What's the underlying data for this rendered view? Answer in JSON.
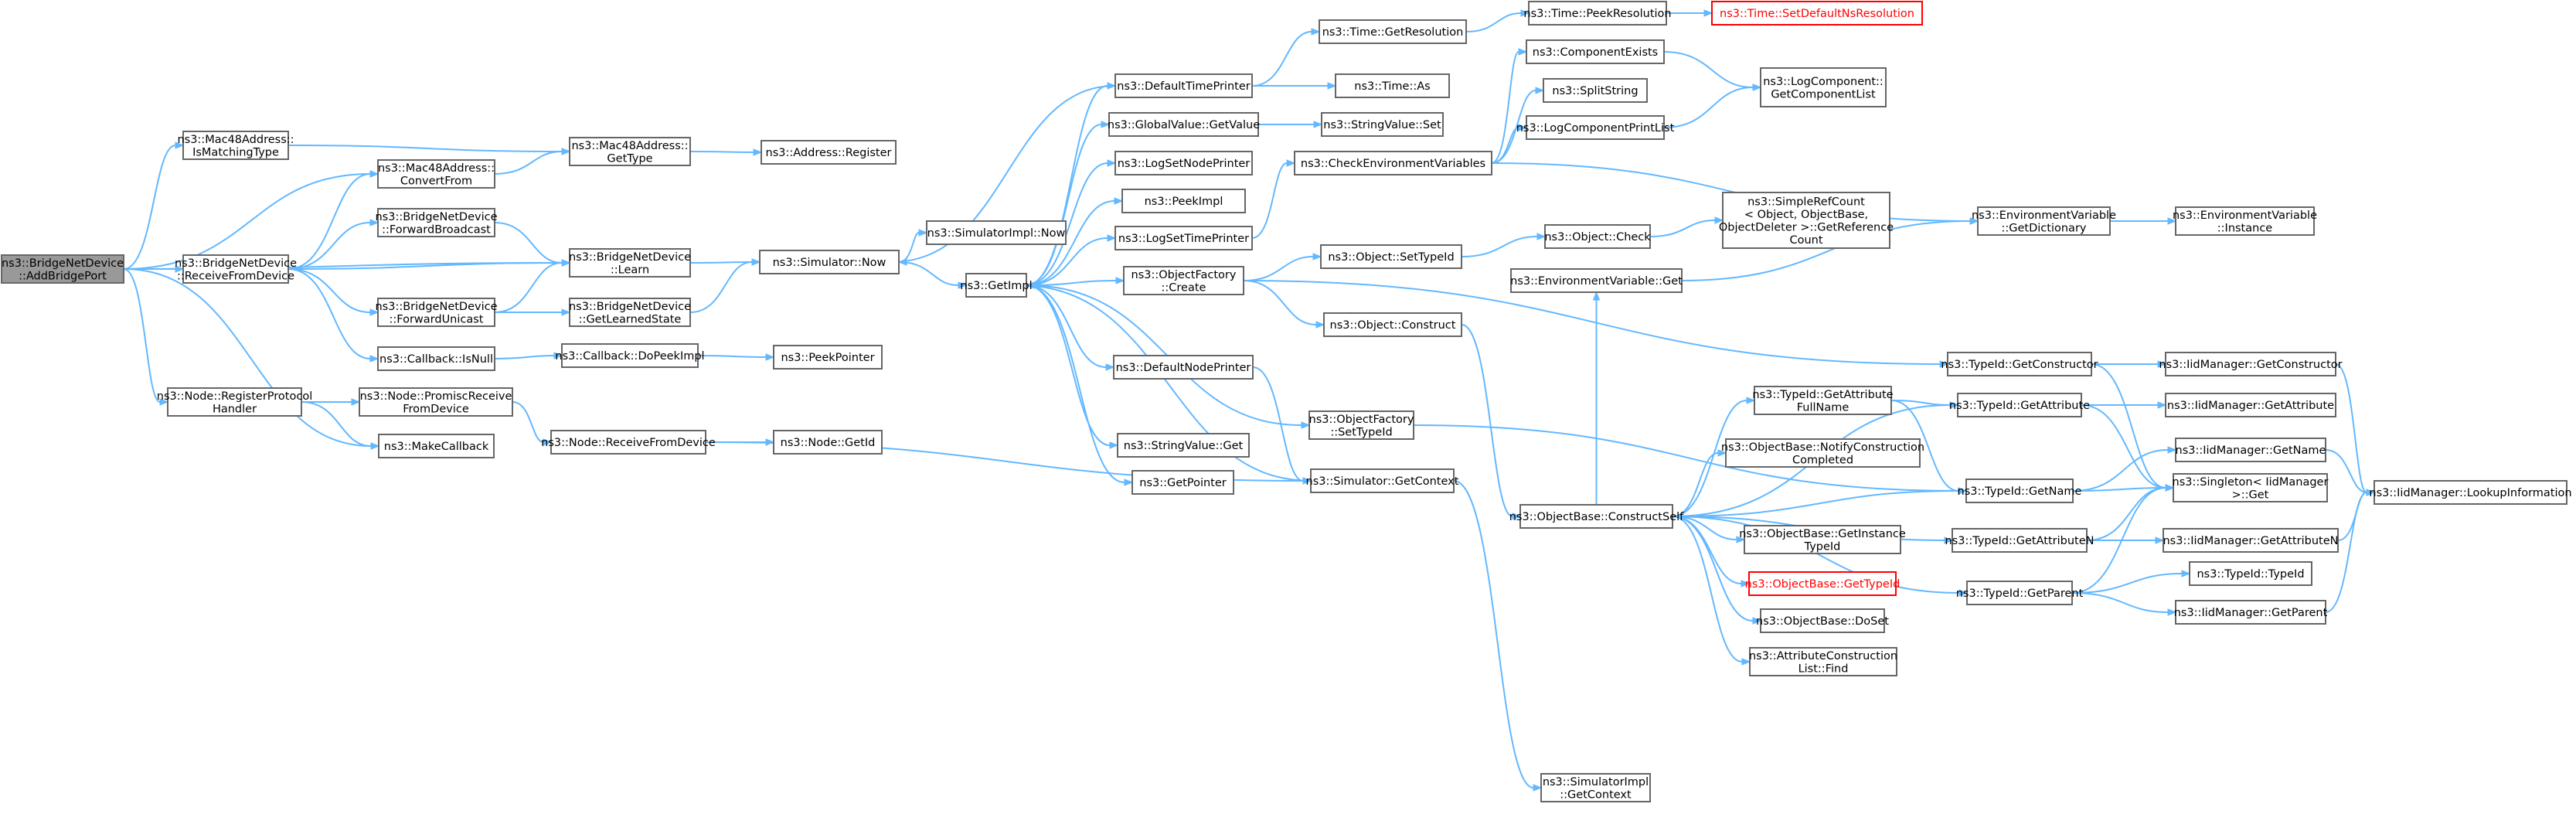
{
  "nodes": [
    {
      "id": "root",
      "lines": [
        "ns3::BridgeNetDevice",
        "::AddBridgePort"
      ],
      "root": true
    },
    {
      "id": "macIsMatching",
      "lines": [
        "ns3::Mac48Address::",
        "IsMatchingType"
      ]
    },
    {
      "id": "receiveFromDevice",
      "lines": [
        "ns3::BridgeNetDevice",
        "::ReceiveFromDevice"
      ]
    },
    {
      "id": "registerProtocol",
      "lines": [
        "ns3::Node::RegisterProtocol",
        "Handler"
      ]
    },
    {
      "id": "makeCallback",
      "lines": [
        "ns3::MakeCallback"
      ]
    },
    {
      "id": "macConvertFrom",
      "lines": [
        "ns3::Mac48Address::",
        "ConvertFrom"
      ]
    },
    {
      "id": "macGetType",
      "lines": [
        "ns3::Mac48Address::",
        "GetType"
      ]
    },
    {
      "id": "addressRegister",
      "lines": [
        "ns3::Address::Register"
      ]
    },
    {
      "id": "forwardBroadcast",
      "lines": [
        "ns3::BridgeNetDevice",
        "::ForwardBroadcast"
      ]
    },
    {
      "id": "learn",
      "lines": [
        "ns3::BridgeNetDevice",
        "::Learn"
      ]
    },
    {
      "id": "forwardUnicast",
      "lines": [
        "ns3::BridgeNetDevice",
        "::ForwardUnicast"
      ]
    },
    {
      "id": "getLearnedState",
      "lines": [
        "ns3::BridgeNetDevice",
        "::GetLearnedState"
      ]
    },
    {
      "id": "callbackIsNull",
      "lines": [
        "ns3::Callback::IsNull"
      ]
    },
    {
      "id": "doPeekImpl",
      "lines": [
        "ns3::Callback::DoPeekImpl"
      ]
    },
    {
      "id": "peekPointer",
      "lines": [
        "ns3::PeekPointer"
      ]
    },
    {
      "id": "promiscReceive",
      "lines": [
        "ns3::Node::PromiscReceive",
        "FromDevice"
      ]
    },
    {
      "id": "nodeReceiveFromDevice",
      "lines": [
        "ns3::Node::ReceiveFromDevice"
      ]
    },
    {
      "id": "nodeGetId",
      "lines": [
        "ns3::Node::GetId"
      ]
    },
    {
      "id": "simNow",
      "lines": [
        "ns3::Simulator::Now"
      ]
    },
    {
      "id": "simImplNow",
      "lines": [
        "ns3::SimulatorImpl::Now"
      ]
    },
    {
      "id": "getImpl",
      "lines": [
        "ns3::GetImpl"
      ]
    },
    {
      "id": "defaultTimePrinter",
      "lines": [
        "ns3::DefaultTimePrinter"
      ]
    },
    {
      "id": "globalValueGetValue",
      "lines": [
        "ns3::GlobalValue::GetValue"
      ]
    },
    {
      "id": "logSetNodePrinter",
      "lines": [
        "ns3::LogSetNodePrinter"
      ]
    },
    {
      "id": "peekImpl",
      "lines": [
        "ns3::PeekImpl"
      ]
    },
    {
      "id": "logSetTimePrinter",
      "lines": [
        "ns3::LogSetTimePrinter"
      ]
    },
    {
      "id": "objectFactoryCreate",
      "lines": [
        "ns3::ObjectFactory",
        "::Create"
      ]
    },
    {
      "id": "defaultNodePrinter",
      "lines": [
        "ns3::DefaultNodePrinter"
      ]
    },
    {
      "id": "objectFactorySetTypeId",
      "lines": [
        "ns3::ObjectFactory",
        "::SetTypeId"
      ]
    },
    {
      "id": "stringValueGet",
      "lines": [
        "ns3::StringValue::Get"
      ]
    },
    {
      "id": "getPointer",
      "lines": [
        "ns3::GetPointer"
      ]
    },
    {
      "id": "simGetContext",
      "lines": [
        "ns3::Simulator::GetContext"
      ]
    },
    {
      "id": "simImplGetContext",
      "lines": [
        "ns3::SimulatorImpl",
        "::GetContext"
      ]
    },
    {
      "id": "timeGetResolution",
      "lines": [
        "ns3::Time::GetResolution"
      ]
    },
    {
      "id": "timePeekResolution",
      "lines": [
        "ns3::Time::PeekResolution"
      ]
    },
    {
      "id": "timeSetDefaultNs",
      "lines": [
        "ns3::Time::SetDefaultNsResolution"
      ],
      "red": true
    },
    {
      "id": "timeAs",
      "lines": [
        "ns3::Time::As"
      ]
    },
    {
      "id": "stringValueSet",
      "lines": [
        "ns3::StringValue::Set"
      ]
    },
    {
      "id": "checkEnvVars",
      "lines": [
        "ns3::CheckEnvironmentVariables"
      ]
    },
    {
      "id": "componentExists",
      "lines": [
        "ns3::ComponentExists"
      ]
    },
    {
      "id": "splitString",
      "lines": [
        "ns3::SplitString"
      ]
    },
    {
      "id": "logComponentPrintList",
      "lines": [
        "ns3::LogComponentPrintList"
      ]
    },
    {
      "id": "logComponentGetList",
      "lines": [
        "ns3::LogComponent::",
        "GetComponentList"
      ]
    },
    {
      "id": "objectSetTypeId",
      "lines": [
        "ns3::Object::SetTypeId"
      ]
    },
    {
      "id": "objectCheck",
      "lines": [
        "ns3::Object::Check"
      ]
    },
    {
      "id": "simpleRefCount",
      "lines": [
        "ns3::SimpleRefCount",
        "< Object, ObjectBase,",
        "ObjectDeleter >::GetReference",
        "Count"
      ]
    },
    {
      "id": "objectConstruct",
      "lines": [
        "ns3::Object::Construct"
      ]
    },
    {
      "id": "envVarGet",
      "lines": [
        "ns3::EnvironmentVariable::Get"
      ]
    },
    {
      "id": "envVarGetDictionary",
      "lines": [
        "ns3::EnvironmentVariable",
        "::GetDictionary"
      ]
    },
    {
      "id": "envVarInstance",
      "lines": [
        "ns3::EnvironmentVariable",
        "::Instance"
      ]
    },
    {
      "id": "constructSelf",
      "lines": [
        "ns3::ObjectBase::ConstructSelf"
      ]
    },
    {
      "id": "typeIdGetAttrFullName",
      "lines": [
        "ns3::TypeId::GetAttribute",
        "FullName"
      ]
    },
    {
      "id": "notifyConstruction",
      "lines": [
        "ns3::ObjectBase::NotifyConstruction",
        "Completed"
      ]
    },
    {
      "id": "getInstanceTypeId",
      "lines": [
        "ns3::ObjectBase::GetInstance",
        "TypeId"
      ]
    },
    {
      "id": "objectBaseGetTypeId",
      "lines": [
        "ns3::ObjectBase::GetTypeId"
      ],
      "red": true
    },
    {
      "id": "doSet",
      "lines": [
        "ns3::ObjectBase::DoSet"
      ]
    },
    {
      "id": "attrConstructionFind",
      "lines": [
        "ns3::AttributeConstruction",
        "List::Find"
      ]
    },
    {
      "id": "typeIdGetConstructor",
      "lines": [
        "ns3::TypeId::GetConstructor"
      ]
    },
    {
      "id": "typeIdGetAttribute",
      "lines": [
        "ns3::TypeId::GetAttribute"
      ]
    },
    {
      "id": "typeIdGetName",
      "lines": [
        "ns3::TypeId::GetName"
      ]
    },
    {
      "id": "typeIdGetAttributeN",
      "lines": [
        "ns3::TypeId::GetAttributeN"
      ]
    },
    {
      "id": "typeIdGetParent",
      "lines": [
        "ns3::TypeId::GetParent"
      ]
    },
    {
      "id": "iidGetConstructor",
      "lines": [
        "ns3::IidManager::GetConstructor"
      ]
    },
    {
      "id": "iidGetAttribute",
      "lines": [
        "ns3::IidManager::GetAttribute"
      ]
    },
    {
      "id": "iidGetName",
      "lines": [
        "ns3::IidManager::GetName"
      ]
    },
    {
      "id": "singletonGet",
      "lines": [
        "ns3::Singleton< IidManager",
        ">::Get"
      ]
    },
    {
      "id": "iidGetAttributeN",
      "lines": [
        "ns3::IidManager::GetAttributeN"
      ]
    },
    {
      "id": "typeIdTypeId",
      "lines": [
        "ns3::TypeId::TypeId"
      ]
    },
    {
      "id": "iidGetParent",
      "lines": [
        "ns3::IidManager::GetParent"
      ]
    },
    {
      "id": "iidLookupInformation",
      "lines": [
        "ns3::IidManager::LookupInformation"
      ]
    }
  ],
  "edges": [
    [
      "root",
      "macIsMatching"
    ],
    [
      "root",
      "macConvertFrom"
    ],
    [
      "root",
      "receiveFromDevice"
    ],
    [
      "root",
      "learn"
    ],
    [
      "root",
      "registerProtocol"
    ],
    [
      "root",
      "makeCallback"
    ],
    [
      "macIsMatching",
      "macGetType"
    ],
    [
      "macConvertFrom",
      "macGetType"
    ],
    [
      "macGetType",
      "addressRegister"
    ],
    [
      "receiveFromDevice",
      "macConvertFrom"
    ],
    [
      "receiveFromDevice",
      "forwardBroadcast"
    ],
    [
      "receiveFromDevice",
      "learn"
    ],
    [
      "receiveFromDevice",
      "forwardUnicast"
    ],
    [
      "receiveFromDevice",
      "callbackIsNull"
    ],
    [
      "forwardBroadcast",
      "learn"
    ],
    [
      "forwardUnicast",
      "learn"
    ],
    [
      "forwardUnicast",
      "getLearnedState"
    ],
    [
      "learn",
      "simNow"
    ],
    [
      "getLearnedState",
      "simNow"
    ],
    [
      "callbackIsNull",
      "doPeekImpl"
    ],
    [
      "doPeekImpl",
      "peekPointer"
    ],
    [
      "registerProtocol",
      "promiscReceive"
    ],
    [
      "registerProtocol",
      "makeCallback"
    ],
    [
      "promiscReceive",
      "nodeReceiveFromDevice"
    ],
    [
      "nodeReceiveFromDevice",
      "nodeGetId"
    ],
    [
      "nodeReceiveFromDevice",
      "simGetContext"
    ],
    [
      "simNow",
      "simImplNow"
    ],
    [
      "simNow",
      "getImpl"
    ],
    [
      "getImpl",
      "defaultTimePrinter"
    ],
    [
      "getImpl",
      "globalValueGetValue"
    ],
    [
      "getImpl",
      "logSetNodePrinter"
    ],
    [
      "getImpl",
      "peekImpl"
    ],
    [
      "getImpl",
      "logSetTimePrinter"
    ],
    [
      "getImpl",
      "objectFactoryCreate"
    ],
    [
      "getImpl",
      "defaultNodePrinter"
    ],
    [
      "getImpl",
      "objectFactorySetTypeId"
    ],
    [
      "getImpl",
      "stringValueGet"
    ],
    [
      "getImpl",
      "getPointer"
    ],
    [
      "defaultTimePrinter",
      "simNow"
    ],
    [
      "defaultTimePrinter",
      "timeGetResolution"
    ],
    [
      "defaultTimePrinter",
      "timeAs"
    ],
    [
      "defaultNodePrinter",
      "simGetContext"
    ],
    [
      "simGetContext",
      "getImpl"
    ],
    [
      "simGetContext",
      "simImplGetContext"
    ],
    [
      "timeGetResolution",
      "timePeekResolution"
    ],
    [
      "timePeekResolution",
      "timeSetDefaultNs"
    ],
    [
      "globalValueGetValue",
      "stringValueSet"
    ],
    [
      "logSetTimePrinter",
      "checkEnvVars"
    ],
    [
      "checkEnvVars",
      "componentExists"
    ],
    [
      "checkEnvVars",
      "splitString"
    ],
    [
      "checkEnvVars",
      "logComponentPrintList"
    ],
    [
      "checkEnvVars",
      "envVarGetDictionary"
    ],
    [
      "componentExists",
      "logComponentGetList"
    ],
    [
      "logComponentPrintList",
      "logComponentGetList"
    ],
    [
      "objectFactoryCreate",
      "objectSetTypeId"
    ],
    [
      "objectFactoryCreate",
      "objectConstruct"
    ],
    [
      "objectFactoryCreate",
      "typeIdGetConstructor"
    ],
    [
      "objectSetTypeId",
      "objectCheck"
    ],
    [
      "objectCheck",
      "simpleRefCount"
    ],
    [
      "objectConstruct",
      "constructSelf"
    ],
    [
      "objectFactorySetTypeId",
      "typeIdGetName"
    ],
    [
      "envVarGet",
      "envVarGetDictionary"
    ],
    [
      "envVarGetDictionary",
      "envVarInstance"
    ],
    [
      "constructSelf",
      "envVarGet"
    ],
    [
      "constructSelf",
      "typeIdGetAttrFullName"
    ],
    [
      "constructSelf",
      "typeIdGetAttribute"
    ],
    [
      "constructSelf",
      "notifyConstruction"
    ],
    [
      "constructSelf",
      "typeIdGetName"
    ],
    [
      "constructSelf",
      "getInstanceTypeId"
    ],
    [
      "constructSelf",
      "objectBaseGetTypeId"
    ],
    [
      "constructSelf",
      "doSet"
    ],
    [
      "constructSelf",
      "attrConstructionFind"
    ],
    [
      "constructSelf",
      "typeIdGetAttributeN"
    ],
    [
      "constructSelf",
      "typeIdGetParent"
    ],
    [
      "typeIdGetAttrFullName",
      "typeIdGetAttribute"
    ],
    [
      "typeIdGetAttrFullName",
      "typeIdGetName"
    ],
    [
      "typeIdGetConstructor",
      "iidGetConstructor"
    ],
    [
      "typeIdGetConstructor",
      "singletonGet"
    ],
    [
      "typeIdGetAttribute",
      "iidGetAttribute"
    ],
    [
      "typeIdGetAttribute",
      "singletonGet"
    ],
    [
      "typeIdGetName",
      "iidGetName"
    ],
    [
      "typeIdGetName",
      "singletonGet"
    ],
    [
      "typeIdGetAttributeN",
      "iidGetAttributeN"
    ],
    [
      "typeIdGetAttributeN",
      "singletonGet"
    ],
    [
      "typeIdGetParent",
      "typeIdTypeId"
    ],
    [
      "typeIdGetParent",
      "iidGetParent"
    ],
    [
      "typeIdGetParent",
      "singletonGet"
    ],
    [
      "iidGetConstructor",
      "iidLookupInformation"
    ],
    [
      "iidGetName",
      "iidLookupInformation"
    ],
    [
      "iidGetAttributeN",
      "iidLookupInformation"
    ],
    [
      "iidGetParent",
      "iidLookupInformation"
    ]
  ]
}
